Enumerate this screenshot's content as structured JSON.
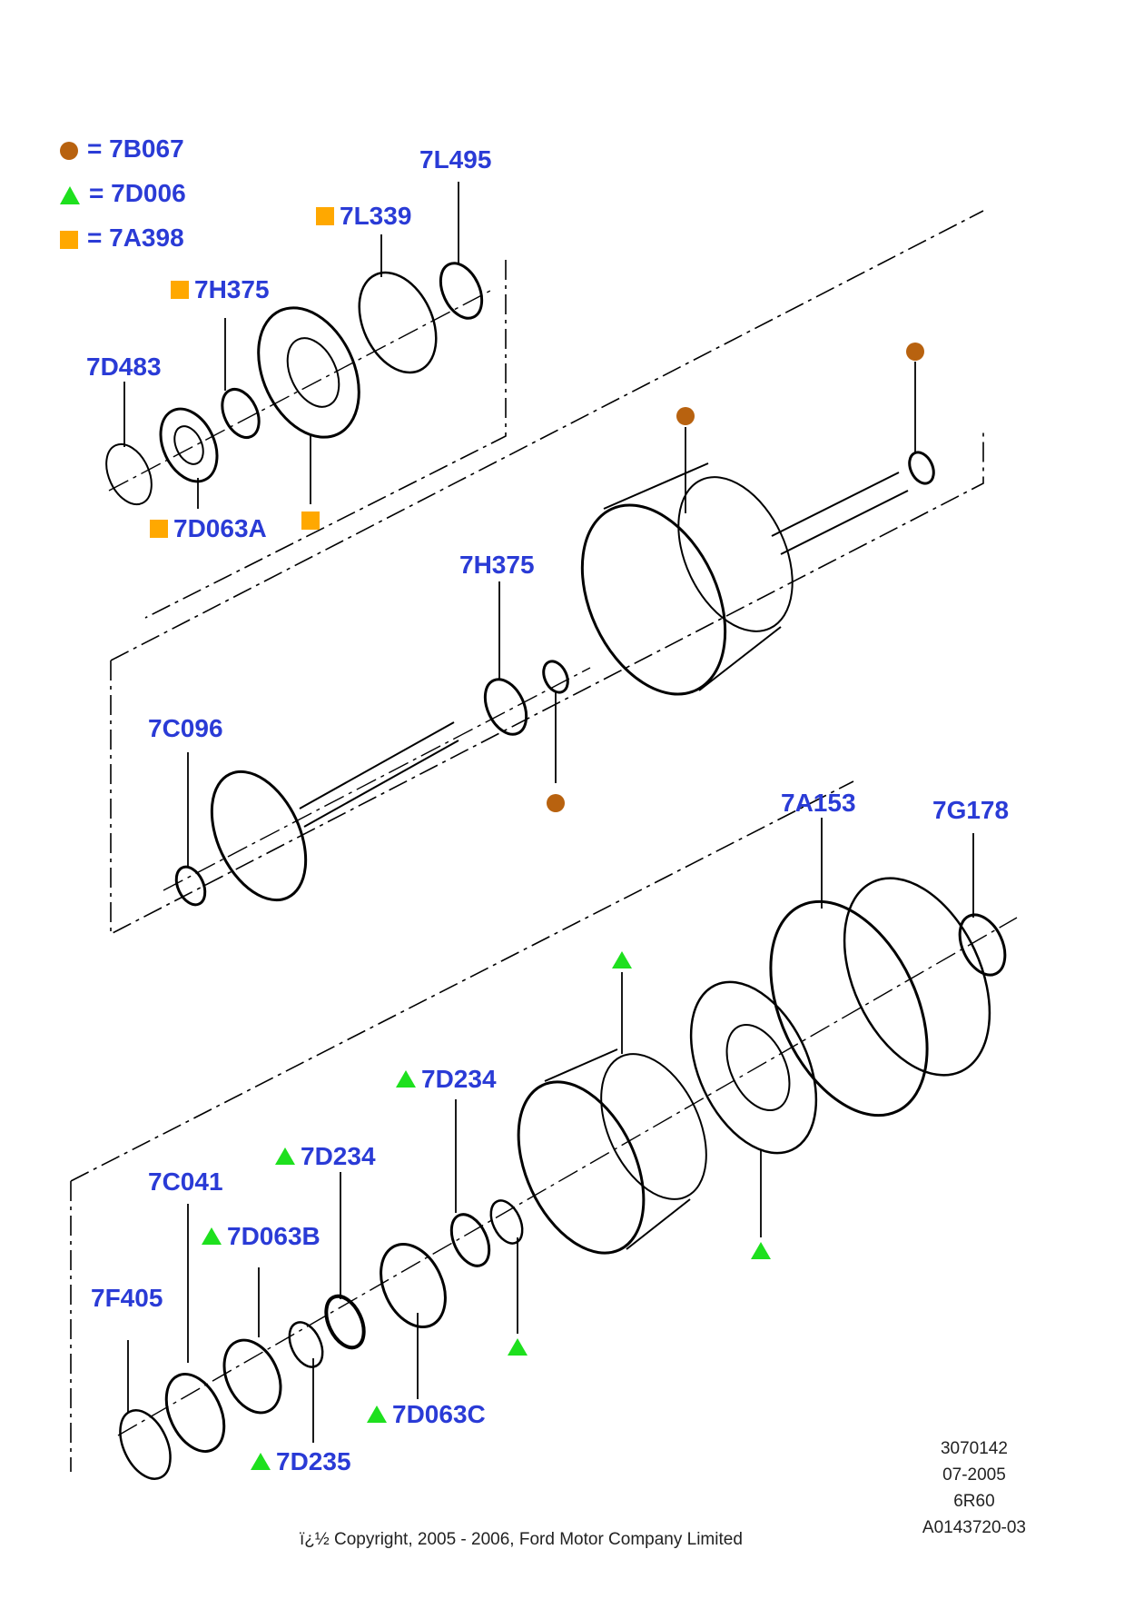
{
  "legend": [
    {
      "symbol": "circle",
      "code": "= 7B067"
    },
    {
      "symbol": "triangle",
      "code": "= 7D006"
    },
    {
      "symbol": "square",
      "code": "= 7A398"
    }
  ],
  "labels": {
    "l7L495": "7L495",
    "l7L339": "7L339",
    "l7H375a": "7H375",
    "l7D483": "7D483",
    "l7D063A": "7D063A",
    "l7H375b": "7H375",
    "l7C096": "7C096",
    "l7A153": "7A153",
    "l7G178": "7G178",
    "l7D234a": "7D234",
    "l7D234b": "7D234",
    "l7C041": "7C041",
    "l7D063B": "7D063B",
    "l7F405": "7F405",
    "l7D063C": "7D063C",
    "l7D235": "7D235"
  },
  "colors": {
    "circle": "#b8620f",
    "triangle": "#1ee01e",
    "square": "#ffa800",
    "label": "#2a3bd6"
  },
  "reference": [
    "3070142",
    "07-2005",
    "6R60",
    "A0143720-03"
  ],
  "copyright": "ï¿½ Copyright, 2005 - 2006, Ford Motor Company Limited"
}
